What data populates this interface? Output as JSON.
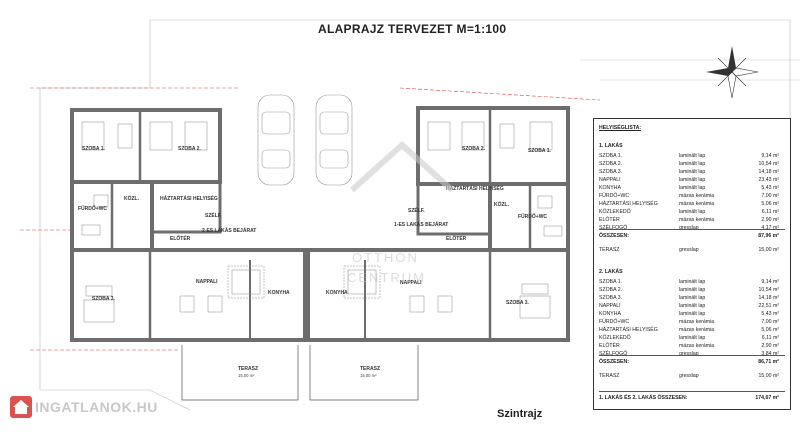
{
  "header": {
    "title": "ALAPRAJZ TERVEZET M=1:100"
  },
  "footer": {
    "caption": "Szintrajz",
    "logo_text": "INGATLANOK.HU"
  },
  "watermark": {
    "line1": "OTTHON",
    "line2": "CENTRUM"
  },
  "colors": {
    "wall": "#6d6d6d",
    "red_line": "#d44",
    "logo_red": "#d9534f"
  },
  "rooms_left": {
    "szoba1": "SZOBA 1.",
    "szoba2": "SZOBA 2.",
    "furdo": "FÜRDŐ+WC",
    "kozl": "KÖZL.",
    "haztartasi": "HÁZTARTÁSI HELYISÉG",
    "szelf": "SZÉLF.",
    "eloter": "ELŐTÉR",
    "bejarat": "2-ES LAKÁS BEJÁRAT",
    "nappali": "NAPPALI",
    "konyha": "KONYHA",
    "szoba3": "SZOBA 3.",
    "terasz": "TERASZ",
    "terasz_area": "15,00 m²"
  },
  "rooms_right": {
    "szoba1": "SZOBA 1.",
    "szoba2": "SZOBA 2.",
    "furdo": "FÜRDŐ+WC",
    "kozl": "KÖZL.",
    "haztartasi": "HÁZTARTÁSI HELYISÉG",
    "szelf": "SZÉLF.",
    "eloter": "ELŐTÉR",
    "bejarat": "1-ES LAKÁS BEJÁRAT",
    "nappali": "NAPPALI",
    "konyha": "KONYHA",
    "szoba3": "SZOBA 3.",
    "terasz": "TERASZ",
    "terasz_area": "15,00 m²"
  },
  "schedule": {
    "title": "HELYISÉGLISTA:",
    "flat1": {
      "heading": "1. LAKÁS",
      "rooms": [
        {
          "name": "SZOBA 1.",
          "material": "laminált lap",
          "area": "9,14 m²"
        },
        {
          "name": "SZOBA 2.",
          "material": "laminált lap",
          "area": "10,54 m²"
        },
        {
          "name": "SZOBA 3.",
          "material": "laminált lap",
          "area": "14,18 m²"
        },
        {
          "name": "NAPPALI",
          "material": "laminált lap",
          "area": "23,43 m²"
        },
        {
          "name": "KONYHA",
          "material": "laminált lap",
          "area": "5,43 m²"
        },
        {
          "name": "FÜRDŐ+WC",
          "material": "mázas kerámia",
          "area": "7,00 m²"
        },
        {
          "name": "HÁZTARTÁSI HELYISÉG",
          "material": "mázas kerámia",
          "area": "5,06 m²"
        },
        {
          "name": "KÖZLEKEDŐ",
          "material": "laminált lap",
          "area": "6,11 m²"
        },
        {
          "name": "ELŐTÉR",
          "material": "mázas kerámia",
          "area": "2,90 m²"
        },
        {
          "name": "SZÉLFOGÓ",
          "material": "gresslap",
          "area": "4,17 m²"
        }
      ],
      "total_label": "ÖSSZESEN:",
      "total": "87,96 m²",
      "terrace": {
        "name": "TERASZ",
        "material": "gresslap",
        "area": "15,00 m²"
      }
    },
    "flat2": {
      "heading": "2. LAKÁS",
      "rooms": [
        {
          "name": "SZOBA 1.",
          "material": "laminált lap",
          "area": "9,14 m²"
        },
        {
          "name": "SZOBA 2.",
          "material": "laminált lap",
          "area": "10,54 m²"
        },
        {
          "name": "SZOBA 3.",
          "material": "laminált lap",
          "area": "14,18 m²"
        },
        {
          "name": "NAPPALI",
          "material": "laminált lap",
          "area": "22,51 m²"
        },
        {
          "name": "KONYHA",
          "material": "laminált lap",
          "area": "5,43 m²"
        },
        {
          "name": "FÜRDŐ+WC",
          "material": "mázas kerámia",
          "area": "7,00 m²"
        },
        {
          "name": "HÁZTARTÁSI HELYISÉG",
          "material": "mázas kerámia",
          "area": "5,06 m²"
        },
        {
          "name": "KÖZLEKEDŐ",
          "material": "laminált lap",
          "area": "6,11 m²"
        },
        {
          "name": "ELŐTÉR",
          "material": "mázas kerámia",
          "area": "2,90 m²"
        },
        {
          "name": "SZÉLFOGÓ",
          "material": "gresslap",
          "area": "3,84 m²"
        }
      ],
      "total_label": "ÖSSZESEN:",
      "total": "86,71 m²",
      "terrace": {
        "name": "TERASZ",
        "material": "gresslap",
        "area": "15,00 m²"
      }
    },
    "grand_total_label": "1. LAKÁS ÉS 2. LAKÁS ÖSSZESEN:",
    "grand_total": "174,67 m²"
  }
}
